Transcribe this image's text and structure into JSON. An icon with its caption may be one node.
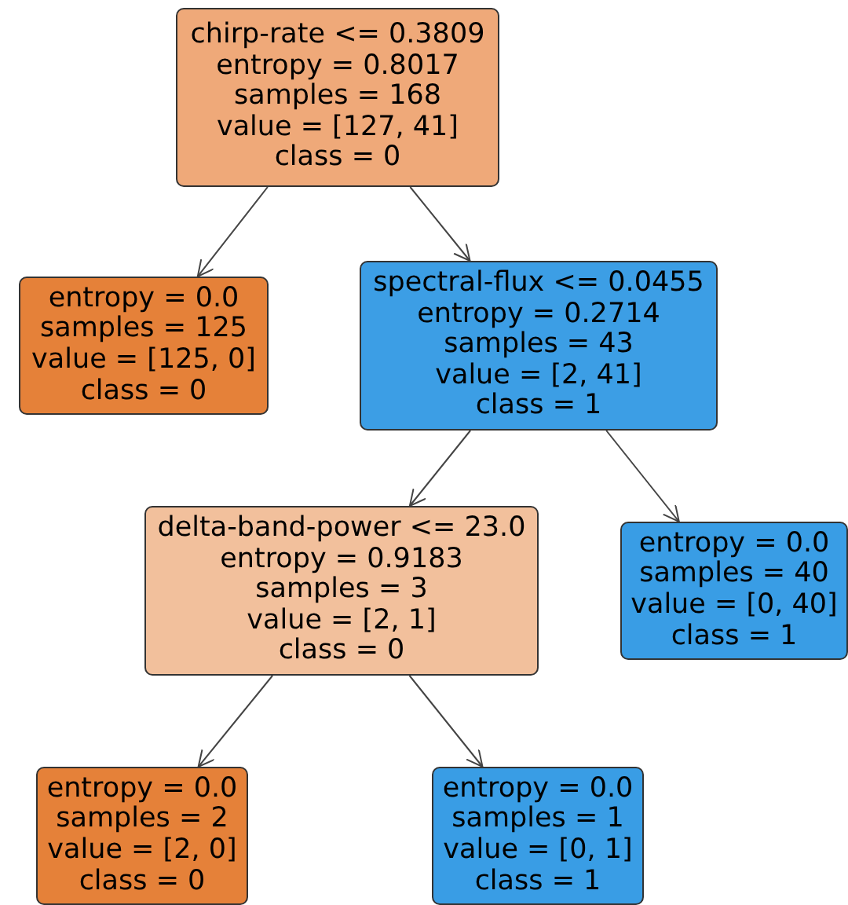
{
  "diagram": {
    "nodes": [
      {
        "text": [
          "chirp-rate <= 0.3809",
          "entropy = 0.8017",
          "samples = 168",
          "value = [127, 41]",
          "class = 0"
        ]
      },
      {
        "text": [
          "entropy = 0.0",
          "samples = 125",
          "value = [125, 0]",
          "class = 0"
        ]
      },
      {
        "text": [
          "spectral-flux <= 0.0455",
          "entropy = 0.2714",
          "samples = 43",
          "value = [2, 41]",
          "class = 1"
        ]
      },
      {
        "text": [
          "delta-band-power <= 23.0",
          "entropy = 0.9183",
          "samples = 3",
          "value = [2, 1]",
          "class = 0"
        ]
      },
      {
        "text": [
          "entropy = 0.0",
          "samples = 40",
          "value = [0, 40]",
          "class = 1"
        ]
      },
      {
        "text": [
          "entropy = 0.0",
          "samples = 2",
          "value = [2, 0]",
          "class = 0"
        ]
      },
      {
        "text": [
          "entropy = 0.0",
          "samples = 1",
          "value = [0, 1]",
          "class = 1"
        ]
      }
    ],
    "edges": [
      {
        "from": 0,
        "to": 1,
        "arrow": "to"
      },
      {
        "from": 0,
        "to": 2,
        "arrow": "to"
      },
      {
        "from": 2,
        "to": 3,
        "arrow": "to"
      },
      {
        "from": 2,
        "to": 4,
        "arrow": "to"
      },
      {
        "from": 3,
        "to": 5,
        "arrow": "to"
      },
      {
        "from": 3,
        "to": 6,
        "arrow": "to"
      }
    ]
  }
}
